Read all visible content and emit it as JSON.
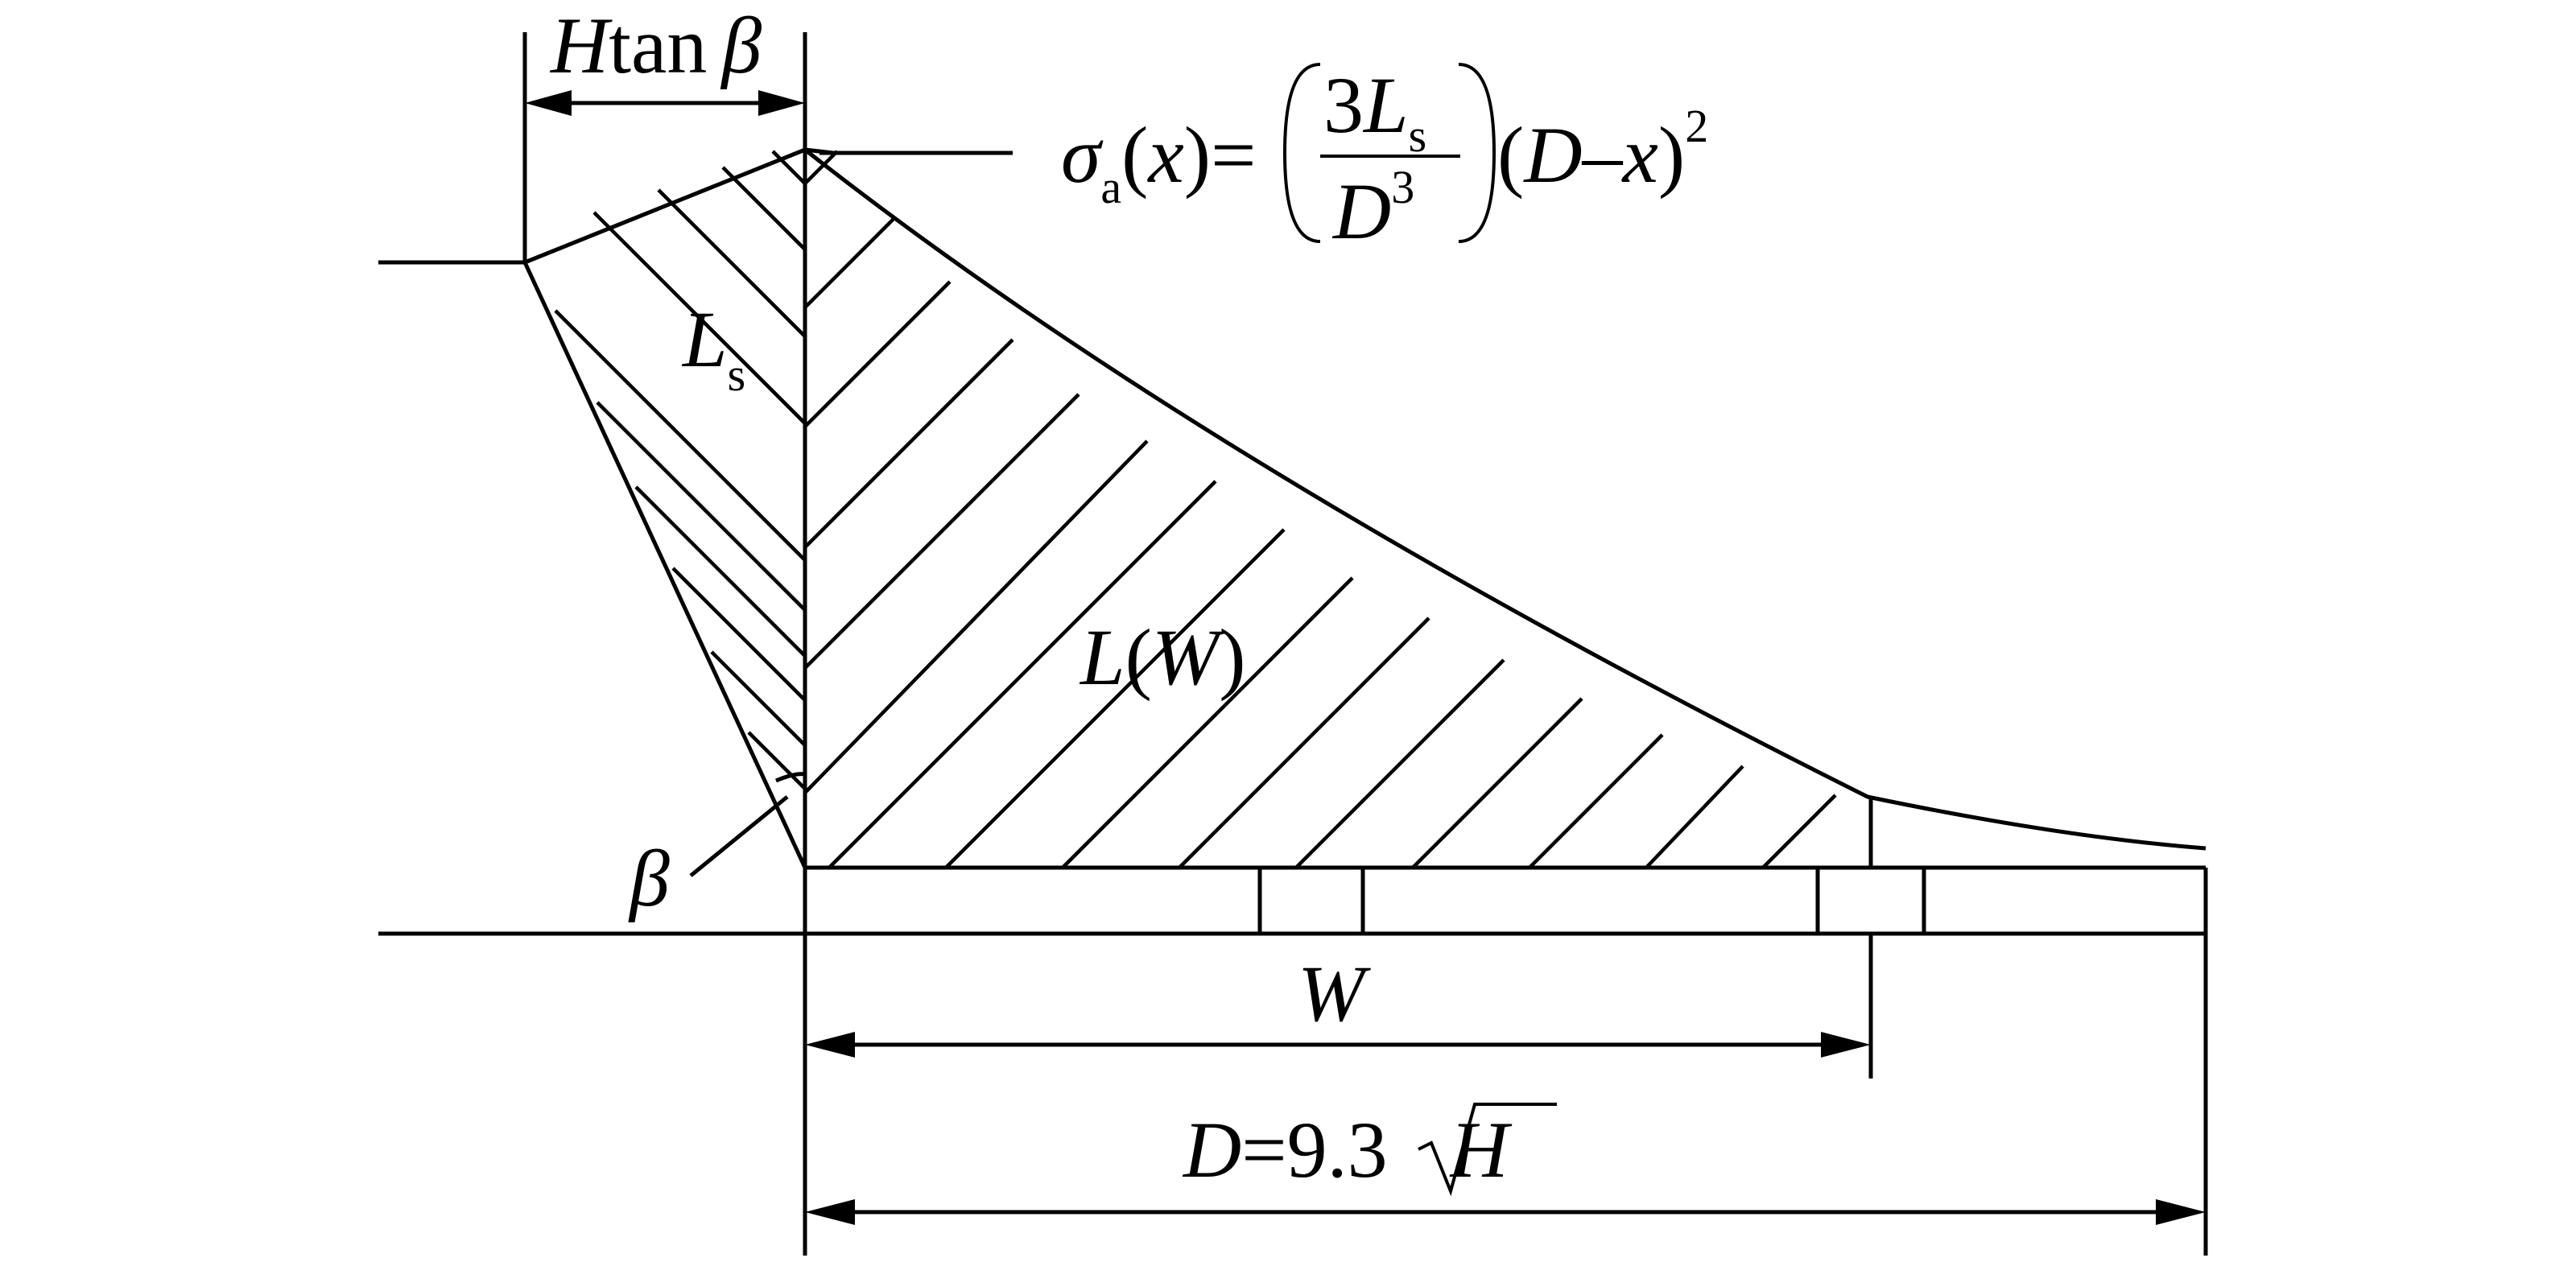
{
  "labels": {
    "h_tan_beta": {
      "h": "H",
      "tan": "tan",
      "beta": "β"
    },
    "ls": {
      "l": "L",
      "s": "s"
    },
    "lw": {
      "l": "L",
      "w": "W",
      "open": "(",
      "close": ")"
    },
    "beta": "β",
    "w": "W",
    "d_formula": {
      "d": "D",
      "eq": "=",
      "num": "9.3",
      "h": "H"
    },
    "sigma_formula": {
      "sigma": "σ",
      "sub": "a",
      "x_open": "(",
      "x": "x",
      "x_close": ")",
      "eq": "=",
      "num_three": "3",
      "num_l": "L",
      "num_sub": "s",
      "den_d": "D",
      "den_exp": "3",
      "tail_open": "(",
      "tail_d": "D",
      "tail_minus": "–",
      "tail_x": "x",
      "tail_close": ")",
      "tail_exp": "2"
    }
  }
}
